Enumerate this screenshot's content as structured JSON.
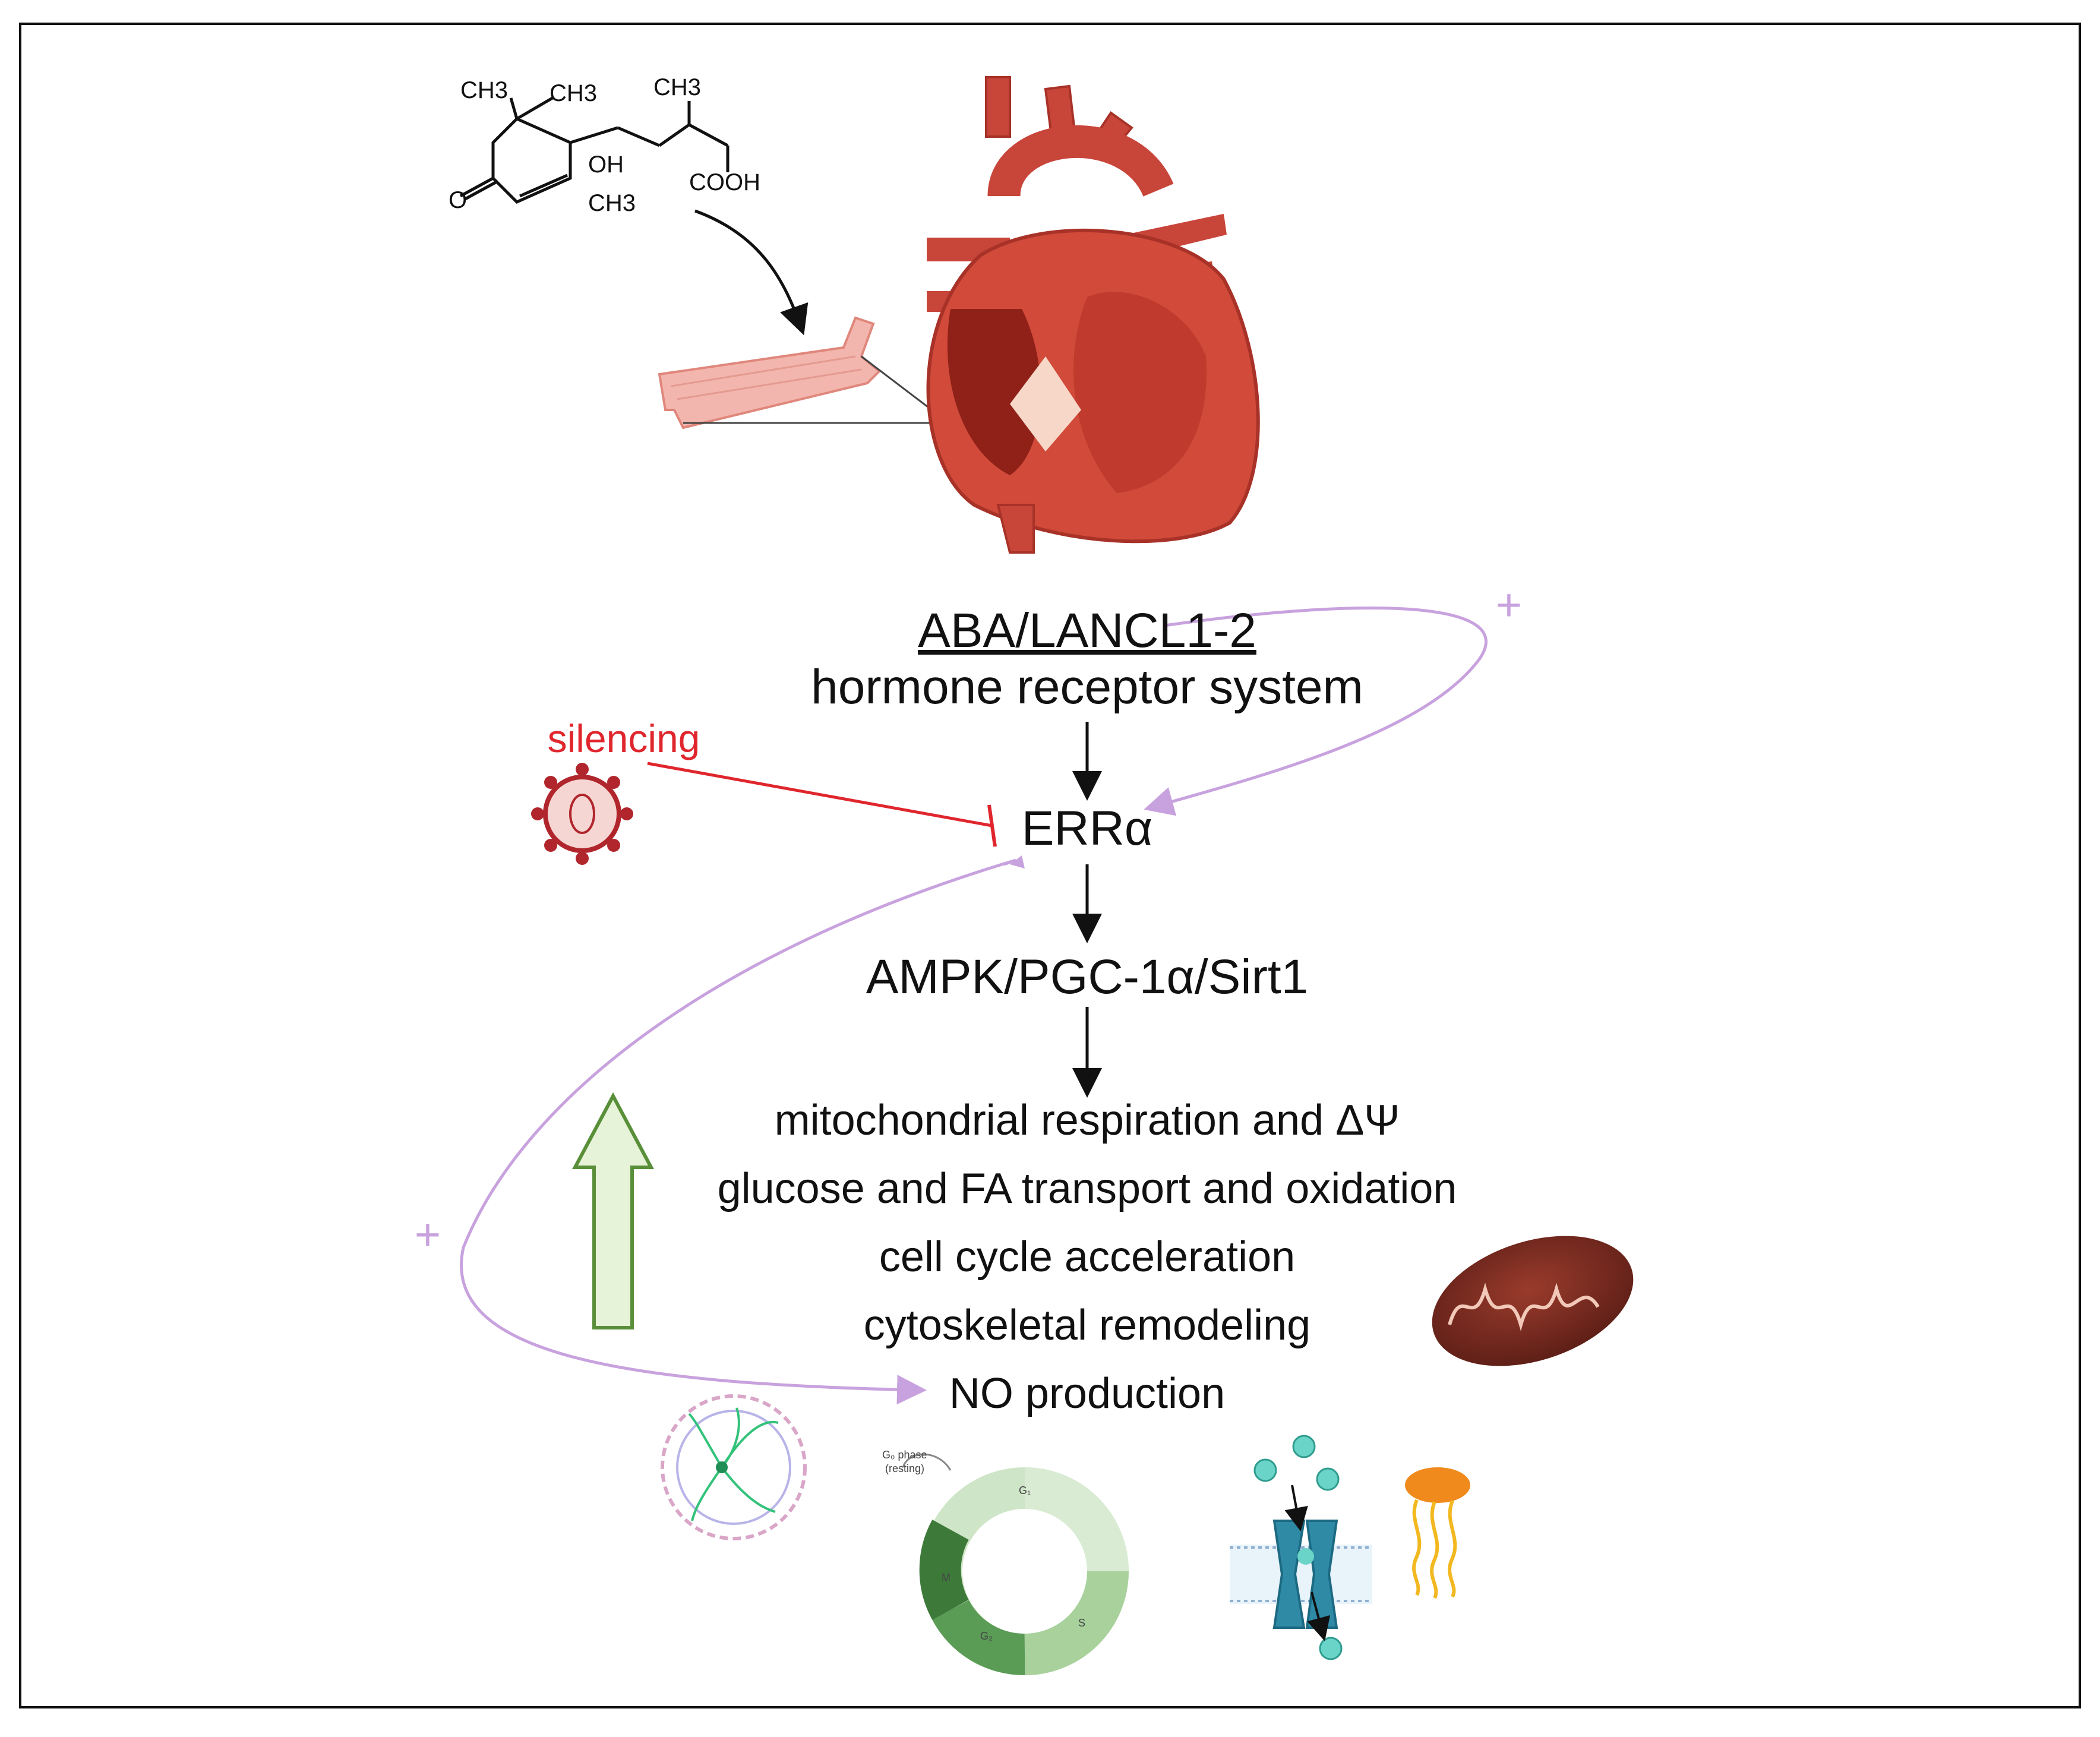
{
  "molecule": {
    "ch3_1": "CH3",
    "ch3_2": "CH3",
    "ch3_3": "CH3",
    "ch3_4": "CH3",
    "oh": "OH",
    "cooh": "COOH",
    "o": "O"
  },
  "pathway": {
    "receptor_title": "ABA/LANCL1-2",
    "receptor_subtitle": "hormone receptor system",
    "target": "ERRα",
    "mediators": "AMPK/PGC-1α/Sirt1"
  },
  "silencing": {
    "label": "silencing",
    "color": "#e0262d"
  },
  "feedback": {
    "plus_top": "+",
    "plus_bottom": "+",
    "color": "#c8a2de"
  },
  "outcomes": [
    "mitochondrial respiration and ΔΨ",
    "glucose and FA transport and oxidation",
    "cell cycle acceleration",
    "cytoskeletal remodeling",
    "NO production"
  ],
  "cell_cycle": {
    "g0_label": "G₀ phase",
    "g0_sub": "(resting)",
    "g1": "G₁",
    "s": "S",
    "g2": "G₂",
    "m": "M"
  },
  "colors": {
    "heart": "#d14a3a",
    "mitochondrion": "#7a2a20",
    "up_arrow_fill": "#e6f3d8",
    "up_arrow_stroke": "#5a8f3a",
    "transporter": "#2f8aa6",
    "lipid": "#f2b81f"
  }
}
